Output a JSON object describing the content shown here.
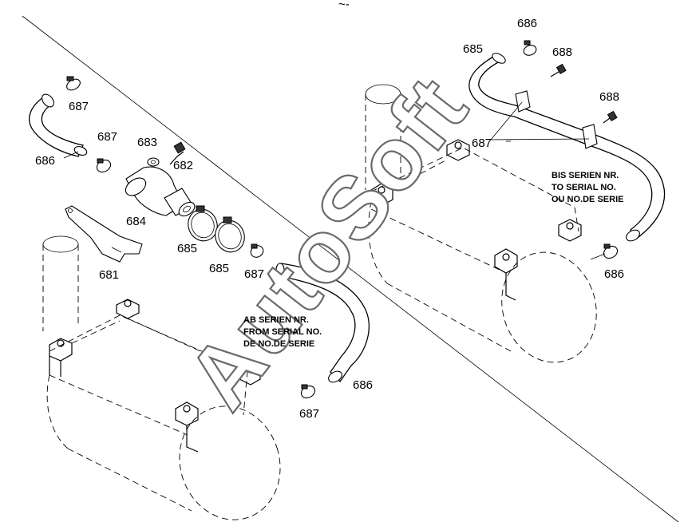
{
  "watermark": "AutoSoft",
  "top_mark": "~-",
  "notes": {
    "bis": [
      "BIS SERIEN NR.",
      "TO SERIAL NO.",
      "OU NO.DE SERIE"
    ],
    "ab": [
      "AB SERIEN NR.",
      "FROM SERIAL NO.",
      "DE NO.DE SERIE"
    ]
  },
  "part_numbers": {
    "p681": "681",
    "p682": "682",
    "p683": "683",
    "p684": "684",
    "p685": "685",
    "p686": "686",
    "p687": "687",
    "p688": "688"
  }
}
